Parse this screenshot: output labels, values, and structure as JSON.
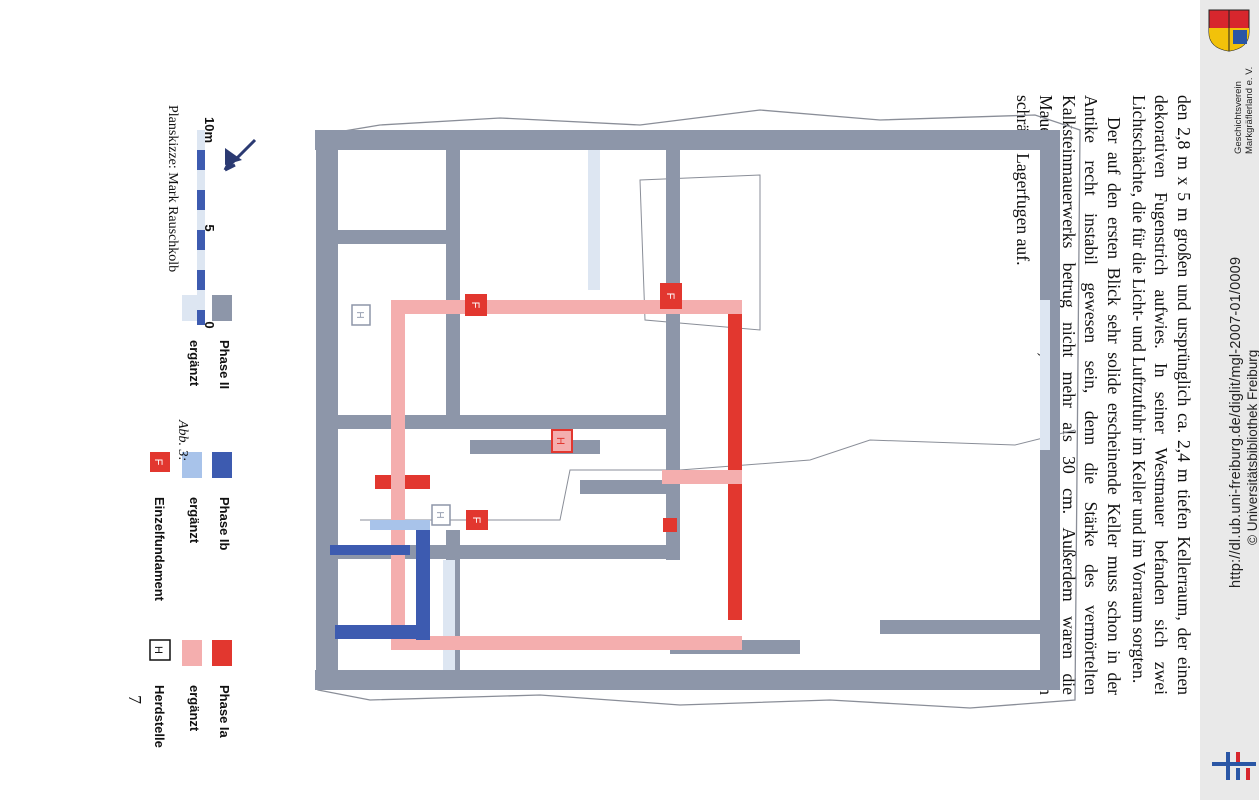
{
  "text": {
    "p1": "den 2,8 m x 5 m großen und ursprünglich ca. 2,4 m tiefen Kellerraum, der einen dekorativen Fugenstrich aufwies. In seiner Westmauer befanden sich zwei Lichtschächte, die für die Licht- und Luftzufuhr im Keller und im Vorraum sorgten.",
    "p2": "Der auf den ersten Blick sehr solide erscheinende Keller muss schon in der Antike recht instabil gewesen sein, denn die Stärke des vermörtelten Kalksteinmauerwerks betrug nicht mehr als 30 cm. Außerdem waren die Maueranschlüsse schlecht verzahnt, und die unteren Teile im Kellerhals wiesen schräge Lagerfugen auf."
  },
  "plan": {
    "markers": {
      "hearth": "H",
      "foundation": "F"
    },
    "legend": [
      {
        "label": "Phase Ia",
        "color": "#e2372f"
      },
      {
        "label": "ergänzt",
        "color": "#f4aeae"
      },
      {
        "label": "Phase Ib",
        "color": "#3d5bb0"
      },
      {
        "label": "ergänzt",
        "color": "#a8c3ea"
      },
      {
        "label": "Phase II",
        "color": "#8d96a9"
      },
      {
        "label": "ergänzt",
        "color": "#dde6f2"
      },
      {
        "label": "Herdstelle",
        "color": "#ffffff"
      },
      {
        "label": "Einzelfundament",
        "color": "#e2372f"
      }
    ],
    "scale": {
      "ticks": [
        "0",
        "5",
        "10m"
      ]
    }
  },
  "caption": {
    "abb": "Abb. 3:",
    "credit": "Planskizze: Mark Rauschkolb"
  },
  "page_number": "7",
  "sidebar": {
    "url": "http://dl.ub.uni-freiburg.de/diglit/mgl-2007-01/0009",
    "copyright": "© Universitätsbibliothek Freiburg",
    "verein_line1": "Geschichtsverein",
    "verein_line2": "Markgräflerland e. V."
  }
}
